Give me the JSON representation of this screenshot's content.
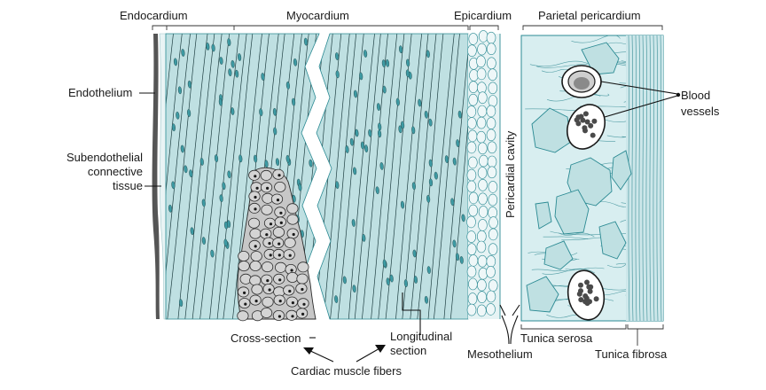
{
  "labels": {
    "endocardium": "Endocardium",
    "myocardium": "Myocardium",
    "epicardium": "Epicardium",
    "parietal_pericardium": "Parietal pericardium",
    "endothelium": "Endothelium",
    "subendothelial_line1": "Subendothelial",
    "subendothelial_line2": "connective",
    "subendothelial_line3": "tissue",
    "blood_vessels_line1": "Blood",
    "blood_vessels_line2": "vessels",
    "pericardial_cavity": "Pericardial cavity",
    "cross_section": "Cross-section",
    "longitudinal_line1": "Longitudinal",
    "longitudinal_line2": "section",
    "cardiac_muscle_fibers": "Cardiac muscle fibers",
    "mesothelium": "Mesothelium",
    "tunica_serosa": "Tunica serosa",
    "tunica_fibrosa": "Tunica fibrosa"
  },
  "colors": {
    "tissue_fill": "#bfe0e2",
    "tissue_light": "#d8eef0",
    "tissue_stroke": "#2b8a93",
    "nucleus": "#3d9aa3",
    "cross_section_fill": "#c7c7c7",
    "rbc": "#4a4a4a",
    "endothelium_edge": "#555555",
    "ink": "#1a1a1a"
  }
}
